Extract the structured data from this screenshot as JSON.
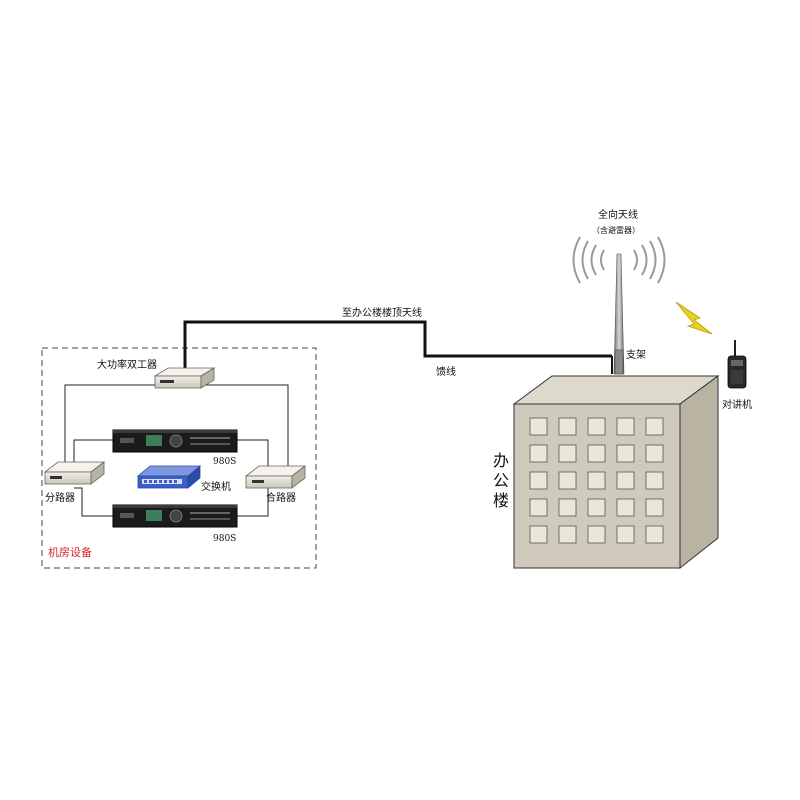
{
  "labels": {
    "antenna_title": "全向天线",
    "antenna_sub": "（含避雷器）",
    "feed_path": "至办公楼楼顶天线",
    "feeder": "馈线",
    "mast": "支架",
    "walkie_talkie": "对讲机",
    "building": [
      "办",
      "公",
      "楼"
    ],
    "duplexer": "大功率双工器",
    "repeater_top": "980S",
    "repeater_bottom": "980S",
    "switch": "交换机",
    "splitter": "分路器",
    "combiner": "合路器",
    "room": "机房设备"
  },
  "colors": {
    "line": "#111111",
    "building_front": "#cfcabb",
    "building_side": "#b9b4a2",
    "building_top": "#ddd9cb",
    "window": "#e9e6da",
    "room_label": "#d8262a",
    "lightning": "#e8d21a",
    "switch_blue": "#3b5fc8"
  },
  "icons": {
    "antenna": "omni-antenna-icon",
    "signal": "signal-waves-icon",
    "lightning": "lightning-bolt-icon",
    "radio": "walkie-talkie-icon",
    "repeater": "repeater-980s-icon",
    "switch": "network-switch-icon",
    "box": "rf-box-icon"
  }
}
